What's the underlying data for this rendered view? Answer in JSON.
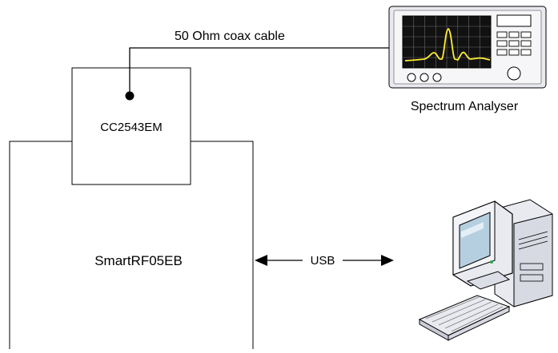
{
  "labels": {
    "cable": "50 Ohm coax cable",
    "module": "CC2543EM",
    "board": "SmartRF05EB",
    "usb": "USB",
    "analyser": "Spectrum Analyser"
  },
  "icons": {
    "analyser": "spectrum-analyser-icon",
    "computer": "desktop-computer-icon"
  },
  "colors": {
    "line": "#000000",
    "screen": "#111111",
    "trace": "#ffee33",
    "grid": "#6a6a6a",
    "case": "#e9eaf0",
    "monitor_glass": "#b6cfe0"
  }
}
